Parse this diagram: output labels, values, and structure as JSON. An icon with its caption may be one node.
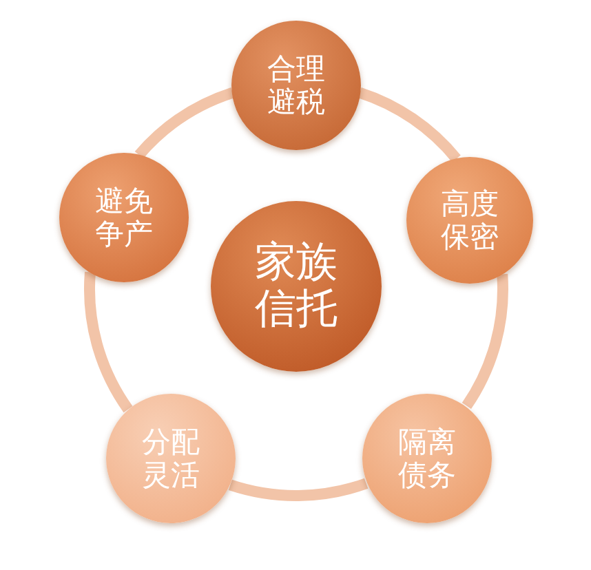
{
  "diagram": {
    "nodes": [
      {
        "text": [
          "家族信托"
        ]
      },
      {
        "text": [
          "合理避税"
        ]
      },
      {
        "text": [
          "高度保密"
        ]
      },
      {
        "text": [
          "隔离债务"
        ]
      },
      {
        "text": [
          "分配灵活"
        ]
      },
      {
        "text": [
          "避免争产"
        ]
      }
    ],
    "edges": [
      {
        "from": 1,
        "to": 2,
        "arrow": "none"
      },
      {
        "from": 2,
        "to": 3,
        "arrow": "none"
      },
      {
        "from": 3,
        "to": 4,
        "arrow": "none"
      },
      {
        "from": 4,
        "to": 5,
        "arrow": "none"
      },
      {
        "from": 5,
        "to": 1,
        "arrow": "none"
      }
    ]
  }
}
